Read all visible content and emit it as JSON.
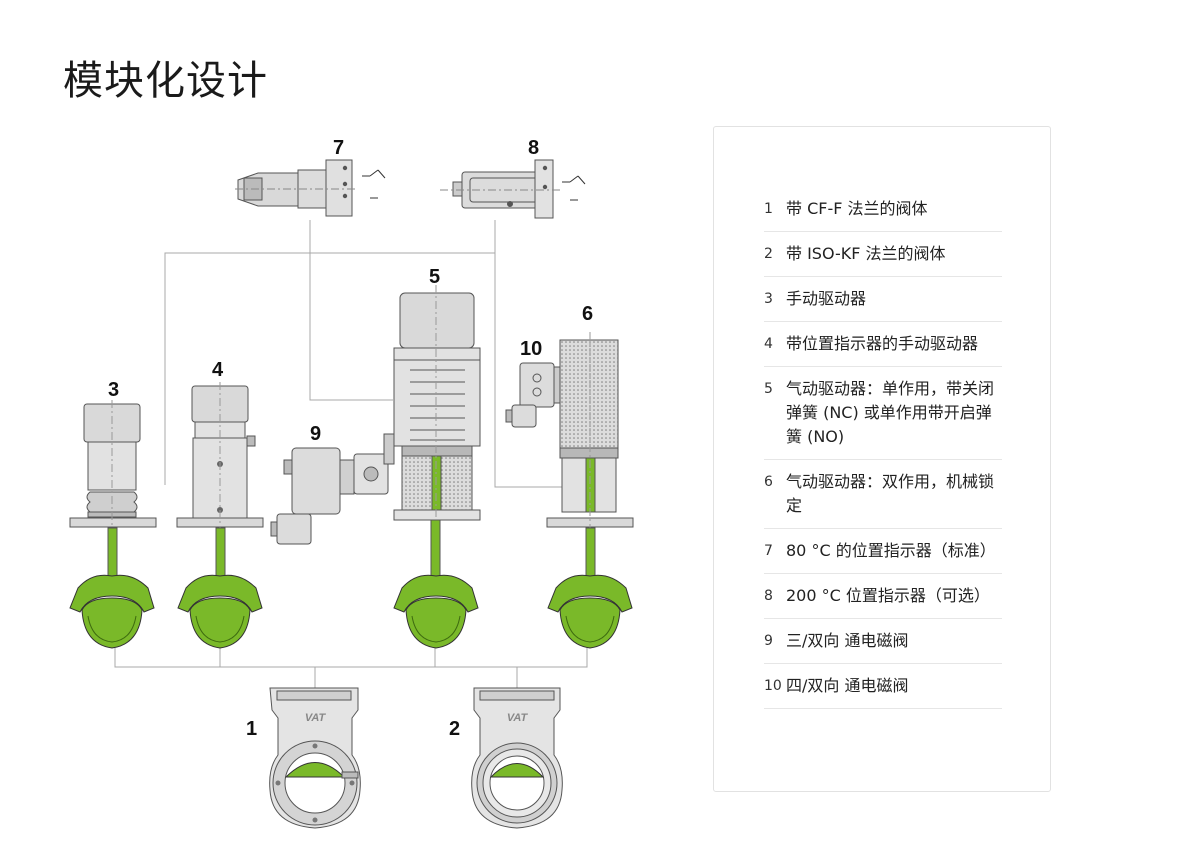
{
  "page": {
    "title": "模块化设计"
  },
  "diagram": {
    "callouts": [
      "1",
      "2",
      "3",
      "4",
      "5",
      "6",
      "7",
      "8",
      "9",
      "10"
    ],
    "valve_brand": "VAT"
  },
  "legend": {
    "items": [
      {
        "num": "1",
        "text": "带 CF-F 法兰的阀体"
      },
      {
        "num": "2",
        "text": "带 ISO-KF 法兰的阀体"
      },
      {
        "num": "3",
        "text": "手动驱动器"
      },
      {
        "num": "4",
        "text": "带位置指示器的手动驱动器"
      },
      {
        "num": "5",
        "text": "气动驱动器：单作用，带关闭弹簧 (NC) 或单作用带开启弹簧 (NO)"
      },
      {
        "num": "6",
        "text": "气动驱动器：双作用，机械锁定"
      },
      {
        "num": "7",
        "text": "80 °C 的位置指示器（标准）"
      },
      {
        "num": "8",
        "text": "200 °C 位置指示器（可选）"
      },
      {
        "num": "9",
        "text": "三/双向 通电磁阀"
      },
      {
        "num": "10",
        "text": "四/双向 通电磁阀"
      }
    ]
  },
  "colors": {
    "accent_green": "#7ab929",
    "part_gray": "#d9d9d9",
    "line_gray": "#a8a8a8"
  }
}
